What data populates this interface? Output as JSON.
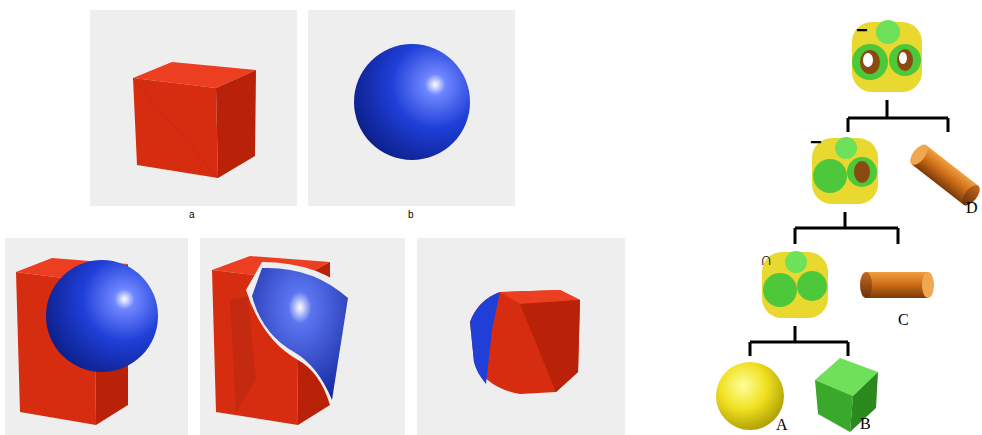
{
  "diagram": {
    "labels": [
      "a",
      "b",
      "−",
      "−",
      "∩",
      "C",
      "A",
      "B",
      "D"
    ]
  }
}
